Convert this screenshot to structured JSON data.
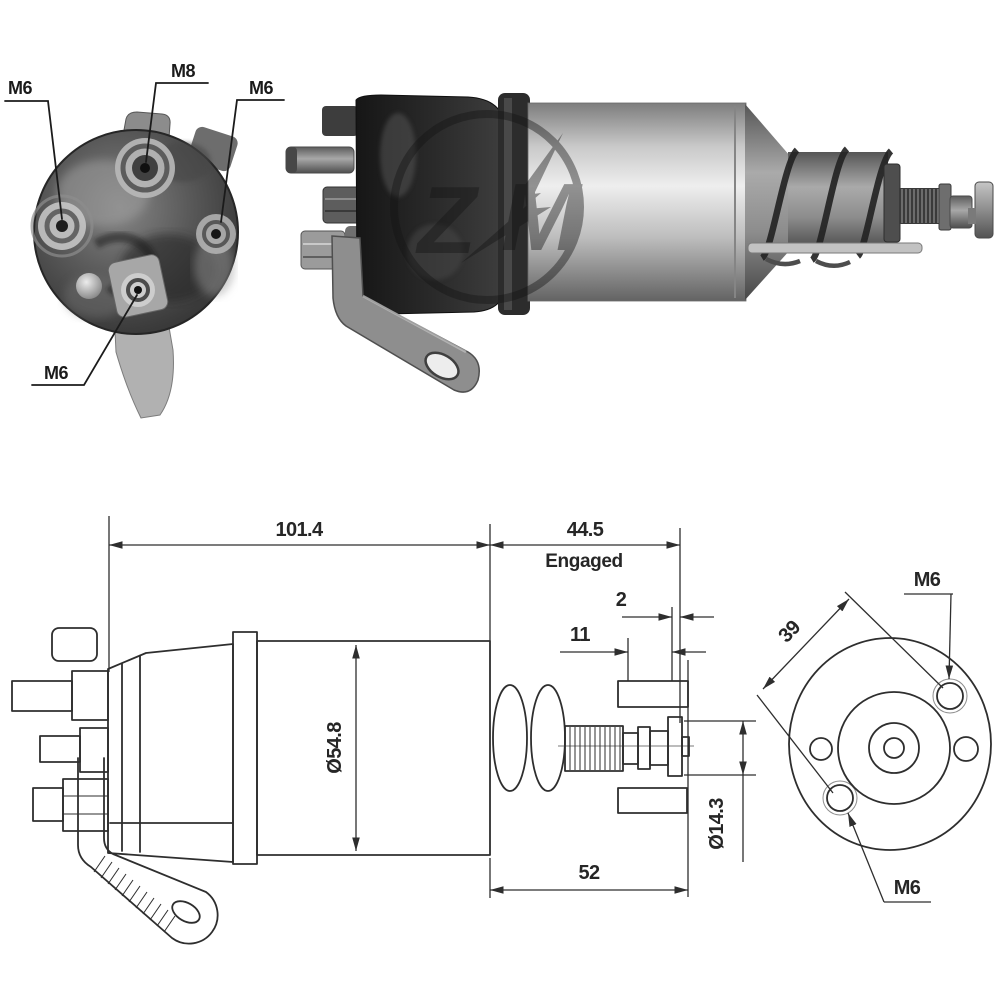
{
  "image": {
    "kind": "starter solenoid switch — product photos above, dimensioned technical drawing below",
    "background": "#ffffff"
  },
  "photo": {
    "terminal_label_top_left": "M6",
    "terminal_label_top_center": "M8",
    "terminal_label_top_right": "M6",
    "terminal_label_bottom": "M6",
    "watermark_z": "Z",
    "watermark_m": "M"
  },
  "drawing": {
    "length_overall": "101.4",
    "length_engaged": "44.5",
    "engaged_caption": "Engaged",
    "contact_gap": "2",
    "plunger_travel": "11",
    "body_diameter": "Ø54.8",
    "plunger_section_length": "52",
    "plunger_diameter": "Ø14.3",
    "mount_hole_spacing": "39",
    "mount_hole_top": "M6",
    "mount_hole_bottom": "M6"
  },
  "colors": {
    "drawing_line": "#2e2e2e",
    "label_text": "#1b1b1b",
    "photo_dark_cap": "#1e1e1e",
    "photo_cylinder_light": "#e6e6e6",
    "photo_mid_gray": "#8f8f8f",
    "watermark_ink": "#141414"
  }
}
